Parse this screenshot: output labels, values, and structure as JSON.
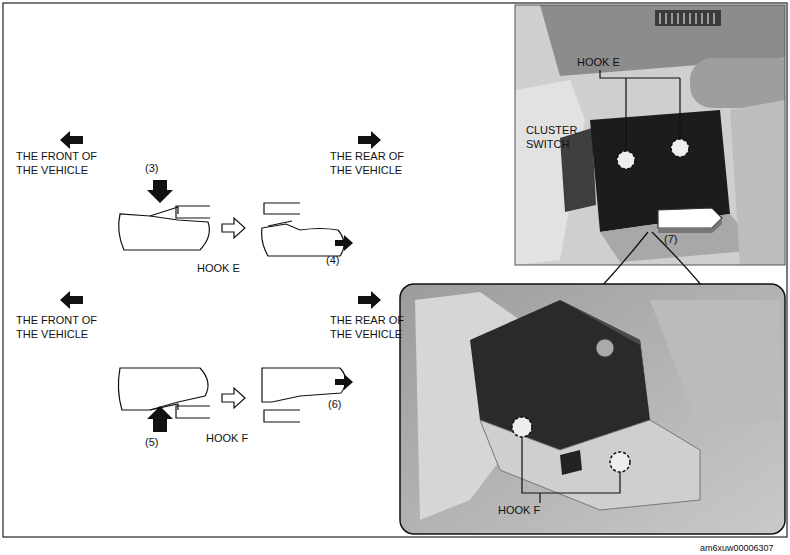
{
  "diagram": {
    "labels": [
      "THE FRONT OF THE VEHICLE",
      "(3)",
      "HOOK E",
      "(4)",
      "THE REAR OF THE VEHICLE",
      "THE FRONT OF THE VEHICLE",
      "(5)",
      "HOOK F",
      "(6)",
      "THE REAR OF THE VEHICLE",
      "HOOK E",
      "CLUSTER SWITCH",
      "(7)",
      "HOOK F",
      "am6xuw00006307"
    ]
  }
}
